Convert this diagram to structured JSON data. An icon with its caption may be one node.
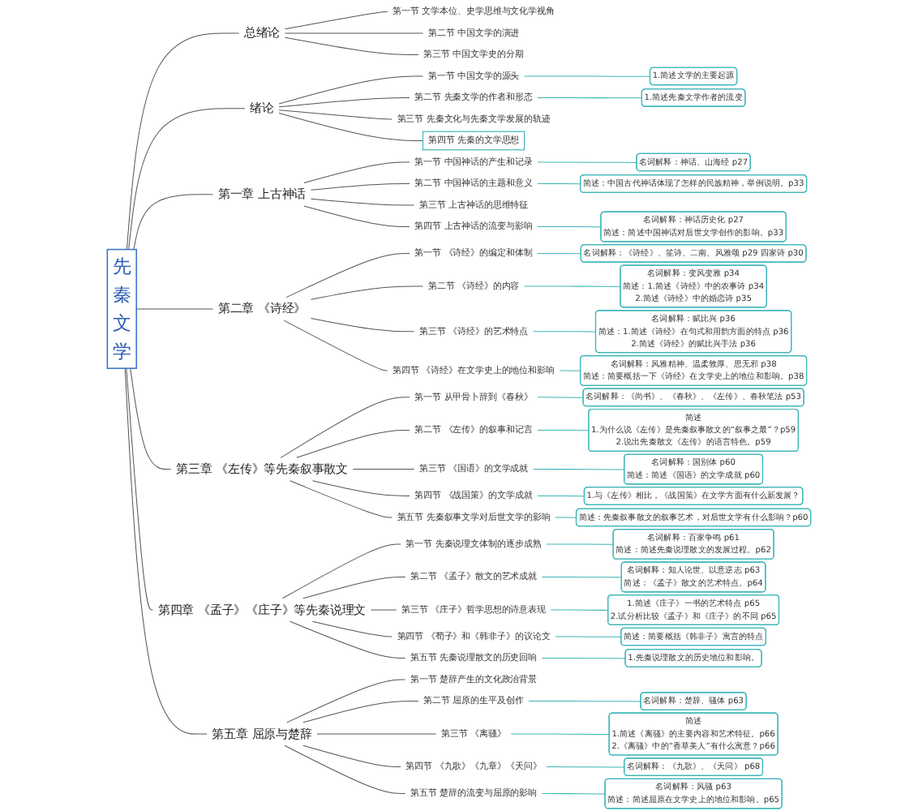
{
  "diagram": {
    "nodes": [
      {
        "text": [
          "先秦文学"
        ]
      },
      {
        "text": [
          "总绪论"
        ]
      },
      {
        "text": [
          "第一节 文学本位、史学思维与文化学视角"
        ]
      },
      {
        "text": [
          "第二节 中国文学的演进"
        ]
      },
      {
        "text": [
          "第三节 中国文学史的分期"
        ]
      },
      {
        "text": [
          "绪论"
        ]
      },
      {
        "text": [
          "第一节 中国文学的源头"
        ]
      },
      {
        "text": [
          "1.简述文学的主要起源"
        ]
      },
      {
        "text": [
          "第二节 先秦文学的作者和形态"
        ]
      },
      {
        "text": [
          "1.简述先秦文学作者的流变"
        ]
      },
      {
        "text": [
          "第三节 先秦文化与先秦文学发展的轨迹"
        ]
      },
      {
        "text": [
          "第四节 先秦的文学思想"
        ]
      },
      {
        "text": [
          "第一章 上古神话"
        ]
      },
      {
        "text": [
          "第一节 中国神话的产生和记录"
        ]
      },
      {
        "text": [
          "名词解释：神话、山海经 p27"
        ]
      },
      {
        "text": [
          "第二节 中国神话的主题和意义"
        ]
      },
      {
        "text": [
          "简述：中国古代神话体现了怎样的民族精神，举例说明。p33"
        ]
      },
      {
        "text": [
          "第三节 上古神话的思维特征"
        ]
      },
      {
        "text": [
          "第四节 上古神话的流变与影响"
        ]
      },
      {
        "text": [
          "名词解释：神话历史化 p27",
          "简述：简述中国神话对后世文学创作的影响。p33"
        ]
      },
      {
        "text": [
          "第二章 《诗经》"
        ]
      },
      {
        "text": [
          "第一节 《诗经》的编定和体制"
        ]
      },
      {
        "text": [
          "名词解释：《诗经》、笙诗、二南、风雅颂 p29 四家诗 p30"
        ]
      },
      {
        "text": [
          "第二节 《诗经》的内容"
        ]
      },
      {
        "text": [
          "名词解释：变风变雅 p34",
          "简述：1.简述《诗经》中的农事诗 p34",
          "2.简述《诗经》中的婚恋诗 p35"
        ]
      },
      {
        "text": [
          "第三节 《诗经》的艺术特点"
        ]
      },
      {
        "text": [
          "名词解释：赋比兴 p36",
          "简述：1.简述《诗经》在句式和用韵方面的特点 p36",
          "2.简述《诗经》的赋比兴手法 p36"
        ]
      },
      {
        "text": [
          "第四节 《诗经》在文学史上的地位和影响"
        ]
      },
      {
        "text": [
          "名词解释：风雅精神、温柔敦厚、思无邪 p38",
          "简述：简要概括一下《诗经》在文学史上的地位和影响。p38"
        ]
      },
      {
        "text": [
          "第三章 《左传》等先秦叙事散文"
        ]
      },
      {
        "text": [
          "第一节 从甲骨卜辞到《春秋》"
        ]
      },
      {
        "text": [
          "名词解释：《尚书》、《春秋》、《左传》、春秋笔法 p53"
        ]
      },
      {
        "text": [
          "第二节 《左传》的叙事和记言"
        ]
      },
      {
        "text": [
          "简述",
          "1.为什么说《左传》是先秦叙事散文的“叙事之最”？p59",
          "2.说出先秦散文《左传》的语言特色。p59"
        ]
      },
      {
        "text": [
          "第三节 《国语》的文学成就"
        ]
      },
      {
        "text": [
          "名词解释：国别体 p60",
          "简述：简述《国语》的文学成就 p60"
        ]
      },
      {
        "text": [
          "第四节 《战国策》的文学成就"
        ]
      },
      {
        "text": [
          "1.与《左传》相比，《战国策》在文学方面有什么新发展？"
        ]
      },
      {
        "text": [
          "第五节 先秦叙事文学对后世文学的影响"
        ]
      },
      {
        "text": [
          "简述：先秦叙事散文的叙事艺术，对后世文学有什么影响？p60"
        ]
      },
      {
        "text": [
          "第四章 《孟子》《庄子》等先秦说理文"
        ]
      },
      {
        "text": [
          "第一节 先秦说理文体制的逐步成熟"
        ]
      },
      {
        "text": [
          "名词解释：百家争鸣 p61",
          "简述：简述先秦说理散文的发展过程。p62"
        ]
      },
      {
        "text": [
          "第二节 《孟子》散文的艺术成就"
        ]
      },
      {
        "text": [
          "名词解释：知人论世、以意逆志 p63",
          "简述：《孟子》散文的艺术特点。p64"
        ]
      },
      {
        "text": [
          "第三节 《庄子》哲学思想的诗意表现"
        ]
      },
      {
        "text": [
          "1.简述《庄子》一书的艺术特点 p65",
          "2.试分析比较《孟子》和《庄子》的不同 p65"
        ]
      },
      {
        "text": [
          "第四节 《荀子》和《韩非子》的议论文"
        ]
      },
      {
        "text": [
          "简述：简要概括《韩非子》寓言的特点"
        ]
      },
      {
        "text": [
          "第五节 先秦说理散文的历史回响"
        ]
      },
      {
        "text": [
          "1.先秦说理散文的历史地位和影响。"
        ]
      },
      {
        "text": [
          "第五章 屈原与楚辞"
        ]
      },
      {
        "text": [
          "第一节 楚辞产生的文化政治背景"
        ]
      },
      {
        "text": [
          "第二节 屈原的生平及创作"
        ]
      },
      {
        "text": [
          "名词解释：楚辞、骚体 p63"
        ]
      },
      {
        "text": [
          "第三节 《离骚》"
        ]
      },
      {
        "text": [
          "简述",
          "1.简述《离骚》的主要内容和艺术特征。p66",
          "2.《离骚》中的“香草美人”有什么寓意？p66"
        ]
      },
      {
        "text": [
          "第四节 《九歌》《九章》《天问》"
        ]
      },
      {
        "text": [
          "名词解释：《九歌》、《天问》 p68"
        ]
      },
      {
        "text": [
          "第五节 楚辞的流变与屈原的影响"
        ]
      },
      {
        "text": [
          "名词解释：风骚 p63",
          "简述：简述屈原在文学史上的地位和影响。p65"
        ]
      }
    ],
    "edges": [
      {
        "from": 0,
        "to": 1,
        "arrow": "none"
      },
      {
        "from": 1,
        "to": 2,
        "arrow": "none"
      },
      {
        "from": 1,
        "to": 3,
        "arrow": "none"
      },
      {
        "from": 1,
        "to": 4,
        "arrow": "none"
      },
      {
        "from": 0,
        "to": 5,
        "arrow": "none"
      },
      {
        "from": 5,
        "to": 6,
        "arrow": "none"
      },
      {
        "from": 6,
        "to": 7,
        "arrow": "none",
        "color": "#3bb5b8"
      },
      {
        "from": 5,
        "to": 8,
        "arrow": "none"
      },
      {
        "from": 8,
        "to": 9,
        "arrow": "none",
        "color": "#3bb5b8"
      },
      {
        "from": 5,
        "to": 10,
        "arrow": "none"
      },
      {
        "from": 5,
        "to": 11,
        "arrow": "none"
      },
      {
        "from": 0,
        "to": 12,
        "arrow": "none"
      },
      {
        "from": 12,
        "to": 13,
        "arrow": "none"
      },
      {
        "from": 13,
        "to": 14,
        "arrow": "none",
        "color": "#3bb5b8"
      },
      {
        "from": 12,
        "to": 15,
        "arrow": "none"
      },
      {
        "from": 15,
        "to": 16,
        "arrow": "none",
        "color": "#3bb5b8"
      },
      {
        "from": 12,
        "to": 17,
        "arrow": "none"
      },
      {
        "from": 12,
        "to": 18,
        "arrow": "none"
      },
      {
        "from": 18,
        "to": 19,
        "arrow": "none",
        "color": "#3bb5b8"
      },
      {
        "from": 0,
        "to": 20,
        "arrow": "none"
      },
      {
        "from": 20,
        "to": 21,
        "arrow": "none"
      },
      {
        "from": 21,
        "to": 22,
        "arrow": "none",
        "color": "#3bb5b8"
      },
      {
        "from": 20,
        "to": 23,
        "arrow": "none"
      },
      {
        "from": 23,
        "to": 24,
        "arrow": "none",
        "color": "#3bb5b8"
      },
      {
        "from": 20,
        "to": 25,
        "arrow": "none"
      },
      {
        "from": 25,
        "to": 26,
        "arrow": "none",
        "color": "#3bb5b8"
      },
      {
        "from": 20,
        "to": 27,
        "arrow": "none"
      },
      {
        "from": 27,
        "to": 28,
        "arrow": "none",
        "color": "#3bb5b8"
      },
      {
        "from": 0,
        "to": 29,
        "arrow": "none"
      },
      {
        "from": 29,
        "to": 30,
        "arrow": "none"
      },
      {
        "from": 30,
        "to": 31,
        "arrow": "none",
        "color": "#3bb5b8"
      },
      {
        "from": 29,
        "to": 32,
        "arrow": "none"
      },
      {
        "from": 32,
        "to": 33,
        "arrow": "none",
        "color": "#3bb5b8"
      },
      {
        "from": 29,
        "to": 34,
        "arrow": "none"
      },
      {
        "from": 34,
        "to": 35,
        "arrow": "none",
        "color": "#3bb5b8"
      },
      {
        "from": 29,
        "to": 36,
        "arrow": "none"
      },
      {
        "from": 36,
        "to": 37,
        "arrow": "none",
        "color": "#3bb5b8"
      },
      {
        "from": 29,
        "to": 38,
        "arrow": "none"
      },
      {
        "from": 38,
        "to": 39,
        "arrow": "none",
        "color": "#3bb5b8"
      },
      {
        "from": 0,
        "to": 40,
        "arrow": "none"
      },
      {
        "from": 40,
        "to": 41,
        "arrow": "none"
      },
      {
        "from": 41,
        "to": 42,
        "arrow": "none",
        "color": "#3bb5b8"
      },
      {
        "from": 40,
        "to": 43,
        "arrow": "none"
      },
      {
        "from": 43,
        "to": 44,
        "arrow": "none",
        "color": "#3bb5b8"
      },
      {
        "from": 40,
        "to": 45,
        "arrow": "none"
      },
      {
        "from": 45,
        "to": 46,
        "arrow": "none",
        "color": "#3bb5b8"
      },
      {
        "from": 40,
        "to": 47,
        "arrow": "none"
      },
      {
        "from": 47,
        "to": 48,
        "arrow": "none",
        "color": "#3bb5b8"
      },
      {
        "from": 40,
        "to": 49,
        "arrow": "none"
      },
      {
        "from": 49,
        "to": 50,
        "arrow": "none",
        "color": "#3bb5b8"
      },
      {
        "from": 0,
        "to": 51,
        "arrow": "none"
      },
      {
        "from": 51,
        "to": 52,
        "arrow": "none"
      },
      {
        "from": 51,
        "to": 53,
        "arrow": "none"
      },
      {
        "from": 53,
        "to": 54,
        "arrow": "none",
        "color": "#3bb5b8"
      },
      {
        "from": 51,
        "to": 55,
        "arrow": "none"
      },
      {
        "from": 55,
        "to": 56,
        "arrow": "none",
        "color": "#3bb5b8"
      },
      {
        "from": 51,
        "to": 57,
        "arrow": "none"
      },
      {
        "from": 57,
        "to": 58,
        "arrow": "none",
        "color": "#3bb5b8"
      },
      {
        "from": 51,
        "to": 59,
        "arrow": "none"
      },
      {
        "from": 59,
        "to": 60,
        "arrow": "none",
        "color": "#3bb5b8"
      }
    ]
  }
}
